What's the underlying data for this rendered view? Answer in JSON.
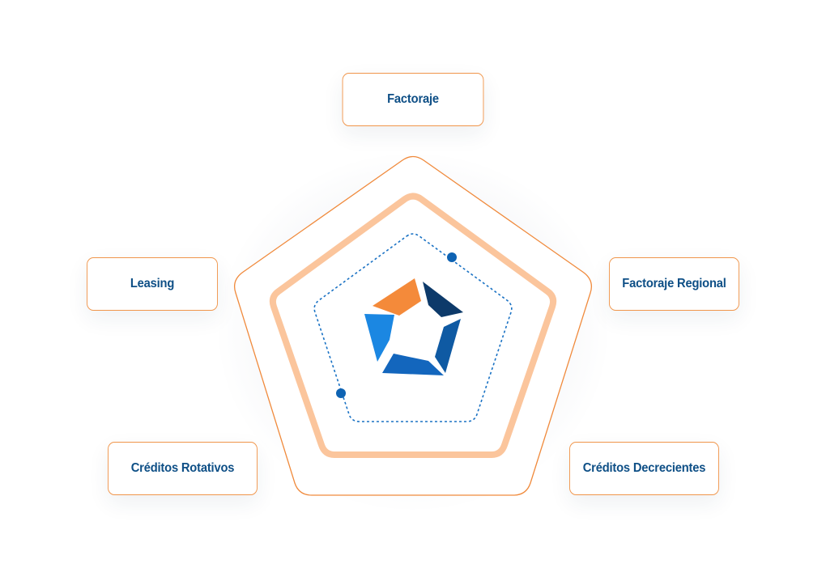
{
  "diagram": {
    "products": [
      {
        "label": "Factoraje"
      },
      {
        "label": "Leasing"
      },
      {
        "label": "Factoraje Regional"
      },
      {
        "label": "Créditos Rotativos"
      },
      {
        "label": "Créditos Decrecientes"
      }
    ],
    "colors": {
      "accent_orange": "#f0954a",
      "pentagon_outer_stroke": "#f08a3c",
      "pentagon_middle_stroke": "#fbc59c",
      "dotted_line": "#1a72c4",
      "dot": "#0e63b3",
      "label_text": "#0e4f86",
      "logo_orange": "#f48a3a",
      "logo_navy": "#0d3a6a",
      "logo_mid_blue": "#0f5aa3",
      "logo_light_blue": "#1b87e2",
      "logo_royal_blue": "#1366bd"
    },
    "center_icon": "pinwheel-pentagon-logo-icon"
  }
}
